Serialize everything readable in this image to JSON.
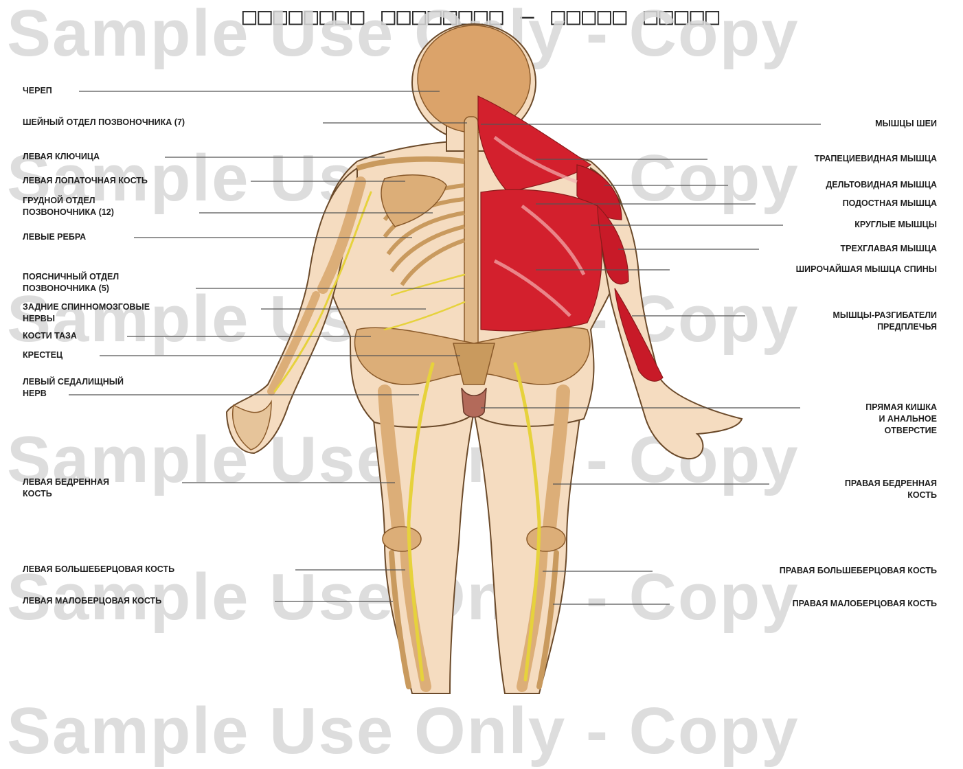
{
  "title": "□□□□□□□□ □□□□□□□□ – □□□□□ □□□□□",
  "watermark": "Sample Use Only - Copy",
  "labels_left": [
    {
      "id": "skull",
      "text": "ЧЕРЕП"
    },
    {
      "id": "cervical-spine",
      "text": "ШЕЙНЫЙ ОТДЕЛ ПОЗВОНОЧНИКА (7)"
    },
    {
      "id": "left-clavicle",
      "text": "ЛЕВАЯ КЛЮЧИЦА"
    },
    {
      "id": "left-scapula",
      "text": "ЛЕВАЯ ЛОПАТОЧНАЯ КОСТЬ"
    },
    {
      "id": "thoracic-spine",
      "text": "ГРУДНОЙ ОТДЕЛ\nПОЗВОНОЧНИКА (12)"
    },
    {
      "id": "left-ribs",
      "text": "ЛЕВЫЕ РЕБРА"
    },
    {
      "id": "lumbar-spine",
      "text": "ПОЯСНИЧНЫЙ ОТДЕЛ\nПОЗВОНОЧНИКА (5)"
    },
    {
      "id": "spinal-nerves",
      "text": "ЗАДНИЕ СПИННОМОЗГОВЫЕ\nНЕРВЫ"
    },
    {
      "id": "pelvic-bones",
      "text": "КОСТИ ТАЗА"
    },
    {
      "id": "sacrum",
      "text": "КРЕСТЕЦ"
    },
    {
      "id": "sciatic-nerve",
      "text": "ЛЕВЫЙ СЕДАЛИЩНЫЙ\nНЕРВ"
    },
    {
      "id": "left-femur",
      "text": "ЛЕВАЯ БЕДРЕННАЯ\nКОСТЬ"
    },
    {
      "id": "left-tibia",
      "text": "ЛЕВАЯ БОЛЬШЕБЕРЦОВАЯ КОСТЬ"
    },
    {
      "id": "left-fibula",
      "text": "ЛЕВАЯ МАЛОБЕРЦОВАЯ КОСТЬ"
    }
  ],
  "labels_right": [
    {
      "id": "neck-muscles",
      "text": "МЫШЦЫ ШЕИ"
    },
    {
      "id": "trapezius",
      "text": "ТРАПЕЦИЕВИДНАЯ МЫШЦА"
    },
    {
      "id": "deltoid",
      "text": "ДЕЛЬТОВИДНАЯ МЫШЦА"
    },
    {
      "id": "infraspinatus",
      "text": "ПОДОСТНАЯ МЫШЦА"
    },
    {
      "id": "teres",
      "text": "КРУГЛЫЕ МЫШЦЫ"
    },
    {
      "id": "triceps",
      "text": "ТРЕХГЛАВАЯ МЫШЦА"
    },
    {
      "id": "latissimus",
      "text": "ШИРОЧАЙШАЯ МЫШЦА СПИНЫ"
    },
    {
      "id": "forearm-extensors",
      "text": "МЫШЦЫ-РАЗГИБАТЕЛИ\nПРЕДПЛЕЧЬЯ"
    },
    {
      "id": "rectum",
      "text": "ПРЯМАЯ КИШКА\nИ АНАЛЬНОЕ\nОТВЕРСТИЕ"
    },
    {
      "id": "right-femur",
      "text": "ПРАВАЯ БЕДРЕННАЯ\nКОСТЬ"
    },
    {
      "id": "right-tibia",
      "text": "ПРАВАЯ БОЛЬШЕБЕРЦОВАЯ КОСТЬ"
    },
    {
      "id": "right-fibula",
      "text": "ПРАВАЯ МАЛОБЕРЦОВАЯ КОСТЬ"
    }
  ],
  "colors": {
    "skin": "#f5dcc0",
    "bone": "#d9a56a",
    "bone_dark": "#b97a3a",
    "muscle": "#d3202d",
    "nerve": "#e6d23c",
    "outline": "#6b4a2a",
    "leader": "#555555"
  }
}
